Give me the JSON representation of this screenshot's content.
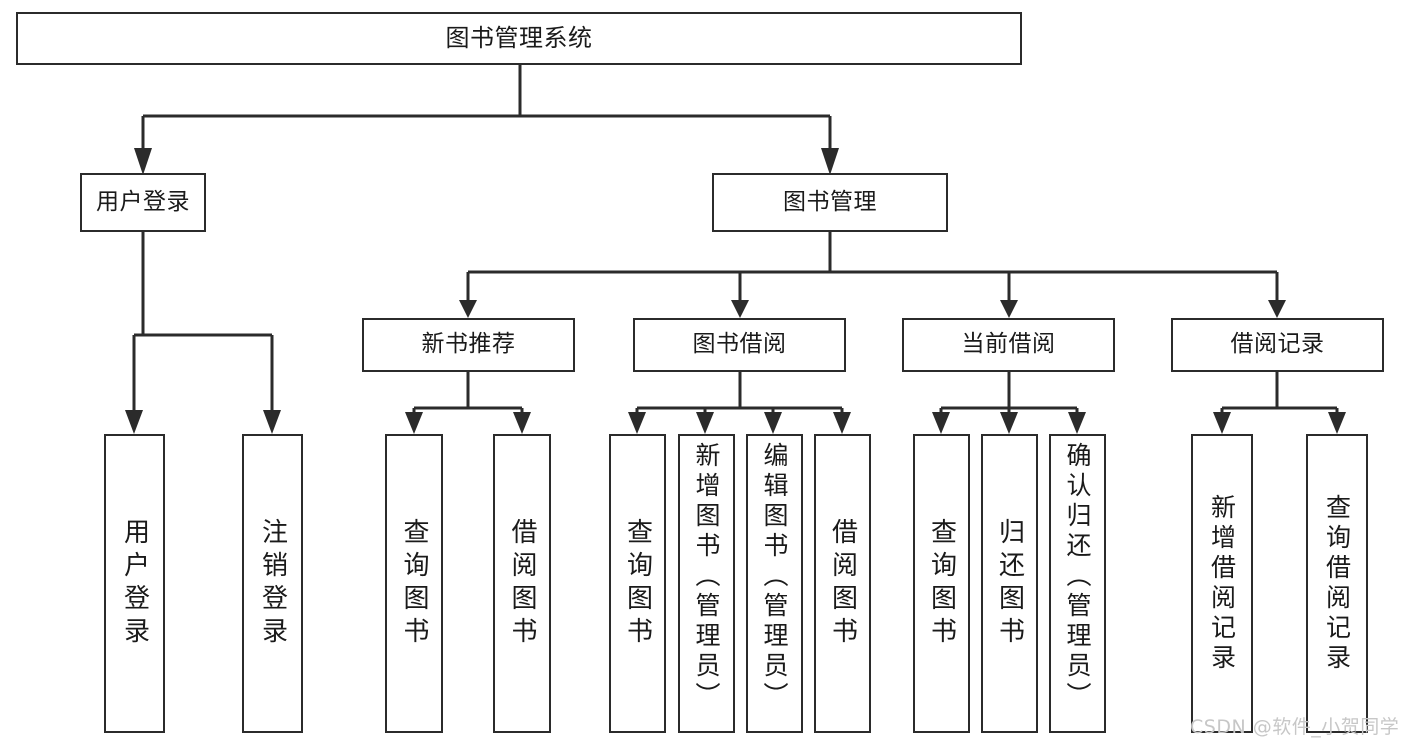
{
  "diagram": {
    "title": "图书管理系统",
    "type": "功能结构图",
    "root": {
      "label": "图书管理系统"
    },
    "level1": [
      {
        "label": "用户登录"
      },
      {
        "label": "图书管理"
      }
    ],
    "level2": [
      {
        "label": "新书推荐"
      },
      {
        "label": "图书借阅"
      },
      {
        "label": "当前借阅"
      },
      {
        "label": "借阅记录"
      }
    ],
    "leaves": {
      "user_login": [
        {
          "label": "用户登录"
        },
        {
          "label": "注销登录"
        }
      ],
      "new_book_recommend": [
        {
          "label": "查询图书"
        },
        {
          "label": "借阅图书"
        }
      ],
      "book_borrow": [
        {
          "label": "查询图书"
        },
        {
          "label": "新增图书（管理员）"
        },
        {
          "label": "编辑图书（管理员）"
        },
        {
          "label": "借阅图书"
        }
      ],
      "current_borrow": [
        {
          "label": "查询图书"
        },
        {
          "label": "归还图书"
        },
        {
          "label": "确认归还（管理员）"
        }
      ],
      "borrow_record": [
        {
          "label": "新增借阅记录"
        },
        {
          "label": "查询借阅记录"
        }
      ]
    }
  },
  "watermark": {
    "text": "CSDN @软件_小贺同学"
  },
  "colors": {
    "stroke": "#2b2b2b",
    "fill": "#ffffff",
    "text": "#1a1a1a",
    "watermark": "#c7c7c7"
  }
}
